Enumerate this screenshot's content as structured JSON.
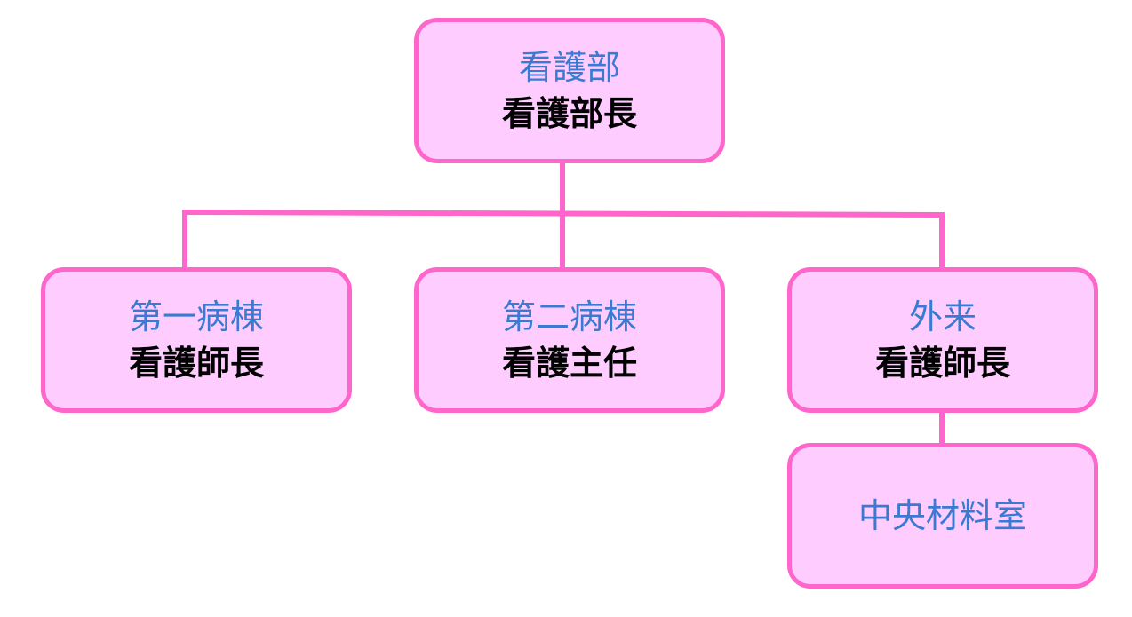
{
  "colors": {
    "box_fill": "#ffccff",
    "box_border": "#ff66cc",
    "connector": "#ff66cc",
    "department_text": "#3a7ad0",
    "role_text": "#000000"
  },
  "nodes": {
    "root": {
      "department": "看護部",
      "role": "看護部長"
    },
    "ward1": {
      "department": "第一病棟",
      "role": "看護師長"
    },
    "ward2": {
      "department": "第二病棟",
      "role": "看護主任"
    },
    "outpatient": {
      "department": "外来",
      "role": "看護師長"
    },
    "central_supply": {
      "department": "中央材料室"
    }
  }
}
